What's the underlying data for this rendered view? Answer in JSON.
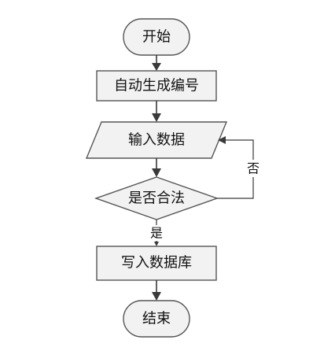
{
  "flowchart": {
    "nodes": {
      "start": {
        "label": "开始"
      },
      "generate_id": {
        "label": "自动生成编号"
      },
      "input_data": {
        "label": "输入数据"
      },
      "is_valid": {
        "label": "是否合法"
      },
      "write_db": {
        "label": "写入数据库"
      },
      "end": {
        "label": "结束"
      }
    },
    "edges": {
      "valid_yes": {
        "label": "是"
      },
      "valid_no": {
        "label": "否"
      }
    }
  }
}
